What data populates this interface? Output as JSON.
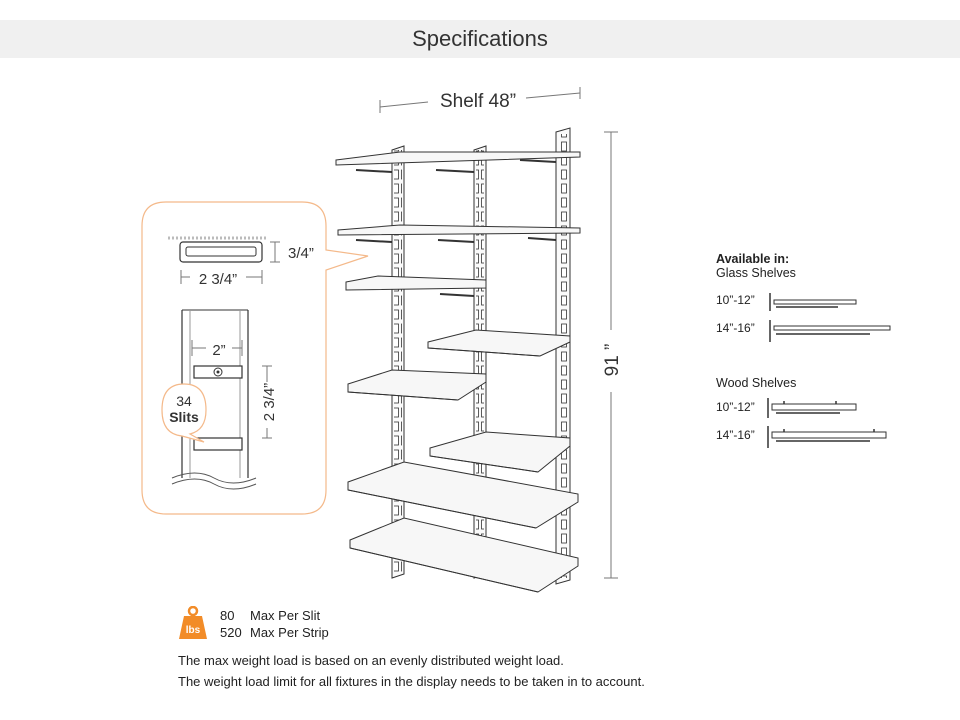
{
  "header": {
    "title": "Specifications"
  },
  "diagram": {
    "shelf_width": "Shelf 48”",
    "height": "91 ”",
    "detail": {
      "depth": "3/4”",
      "width": "2 3/4”",
      "slot_width": "2”",
      "slot_pitch": "2 3/4”",
      "slit_count": "34",
      "slit_word": "Slits"
    }
  },
  "availability": {
    "heading": "Available in:",
    "glass": {
      "title": "Glass Shelves",
      "sizes": [
        "10”-12”",
        "14”-16”"
      ]
    },
    "wood": {
      "title": "Wood Shelves",
      "sizes": [
        "10”-12”",
        "14”-16”"
      ]
    }
  },
  "load": {
    "icon_label": "lbs",
    "per_slit_value": "80",
    "per_slit_label": "Max Per Slit",
    "per_strip_value": "520",
    "per_strip_label": "Max Per Strip",
    "icon_color": "#f28c28"
  },
  "notes": [
    "The max weight load is based on an evenly distributed weight load.",
    "The weight load limit for all fixtures in the display needs to be taken in to account."
  ]
}
